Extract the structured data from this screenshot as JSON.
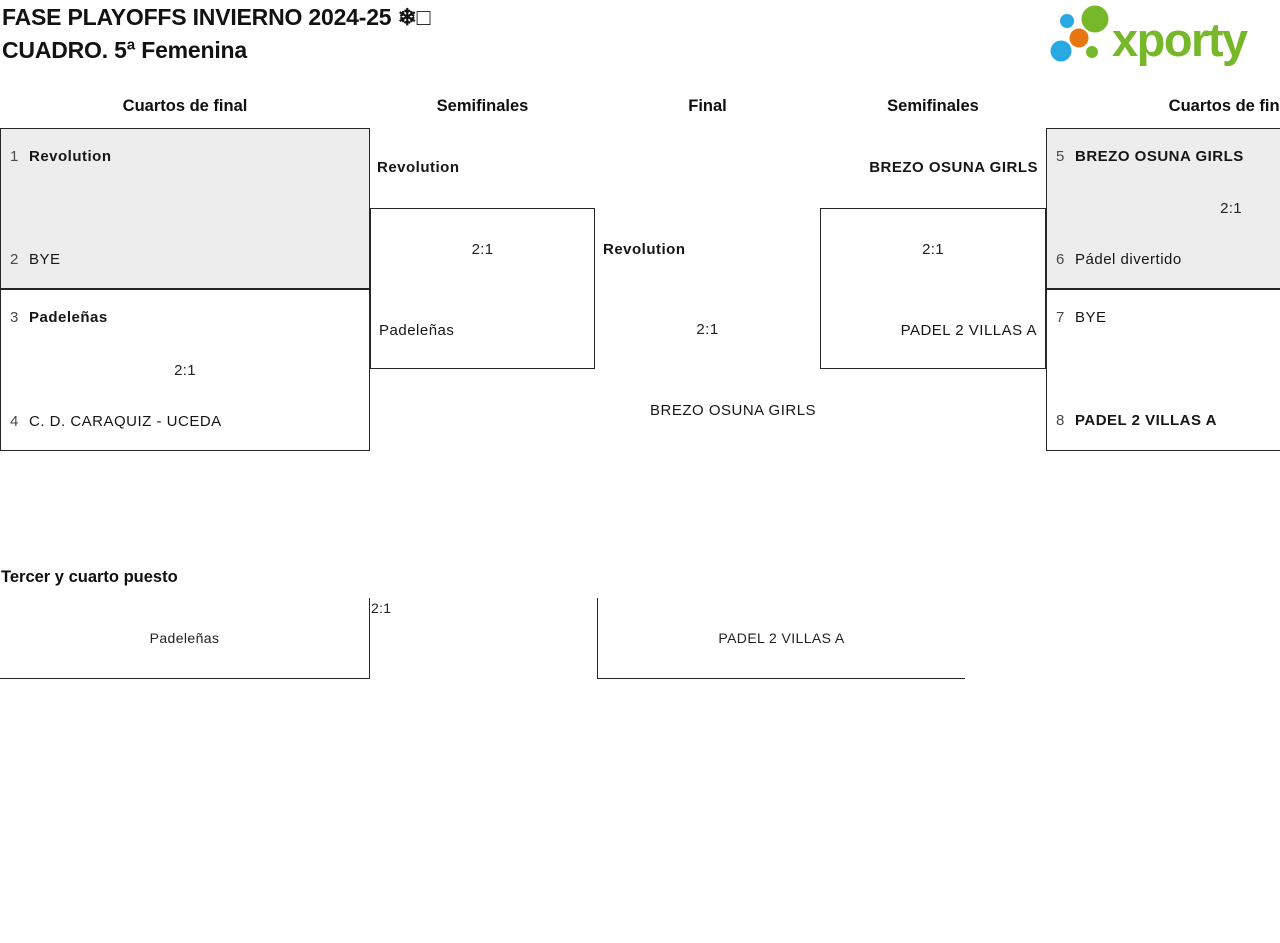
{
  "page": {
    "title_line1": "FASE PLAYOFFS INVIERNO 2024-25 ❄□",
    "title_line2": "CUADRO. 5ª Femenina"
  },
  "logo": {
    "wordmark": "xporty",
    "green": "#76b82a",
    "blue": "#29a9e1",
    "orange": "#e87711"
  },
  "column_headers": {
    "qf_left": "Cuartos de final",
    "sf_left": "Semifinales",
    "final": "Final",
    "sf_right": "Semifinales",
    "qf_right": "Cuartos de final"
  },
  "bracket": {
    "qf_left_top": {
      "seed_a": "1",
      "team_a": "Revolution",
      "seed_b": "2",
      "team_b": "BYE"
    },
    "qf_left_bottom": {
      "seed_a": "3",
      "team_a": "Padeleñas",
      "seed_b": "4",
      "team_b": "C. D. CARAQUIZ - UCEDA",
      "score": "2:1"
    },
    "sf_left": {
      "advancer": "Revolution",
      "score": "2:1",
      "opponent": "Padeleñas"
    },
    "final": {
      "finalist_left": "Revolution",
      "score": "2:1",
      "winner": "BREZO OSUNA GIRLS"
    },
    "sf_right": {
      "advancer": "BREZO OSUNA GIRLS",
      "score": "2:1",
      "opponent": "PADEL 2 VILLAS A"
    },
    "qf_right_top": {
      "seed_a": "5",
      "team_a": "BREZO OSUNA GIRLS",
      "score": "2:1",
      "seed_b": "6",
      "team_b": "Pádel divertido"
    },
    "qf_right_bottom": {
      "seed_a": "7",
      "team_a": "BYE",
      "seed_b": "8",
      "team_b": "PADEL 2 VILLAS A"
    }
  },
  "third_place": {
    "heading": "Tercer y cuarto puesto",
    "team_left": "Padeleñas",
    "score": "2:1",
    "team_right": "PADEL 2 VILLAS A"
  }
}
